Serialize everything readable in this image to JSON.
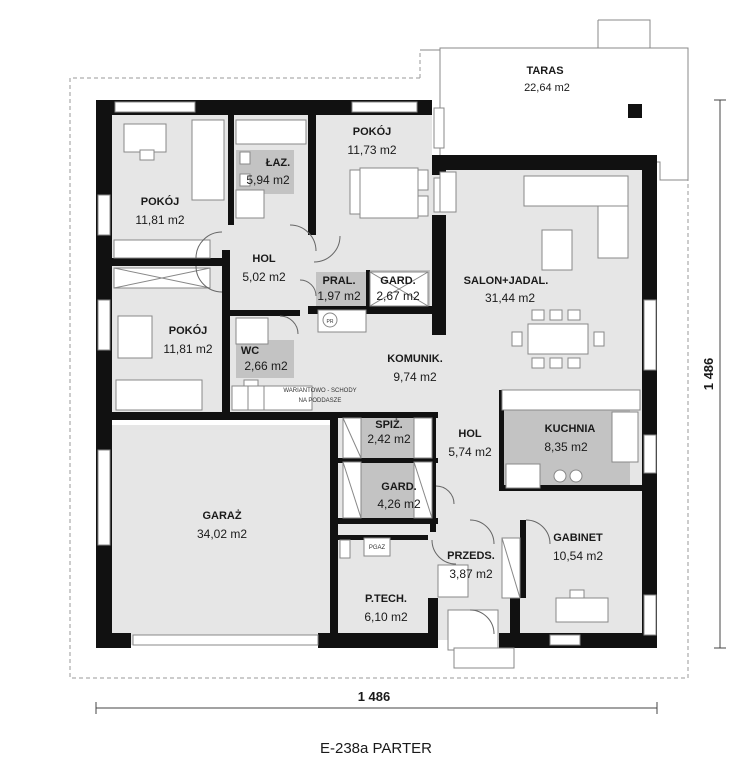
{
  "rooms": {
    "taras": {
      "name": "TARAS",
      "area": "22,64 m2"
    },
    "pokoj_top_left": {
      "name": "POKÓJ",
      "area": "11,81 m2"
    },
    "lazienka": {
      "name": "ŁAZ.",
      "area": "5,94 m2"
    },
    "pokoj_top_mid": {
      "name": "POKÓJ",
      "area": "11,73 m2"
    },
    "hol_left": {
      "name": "HOL",
      "area": "5,02 m2"
    },
    "pralnia": {
      "name": "PRAL.",
      "area": "1,97 m2"
    },
    "garderoba_top": {
      "name": "GARD.",
      "area": "2,67 m2"
    },
    "salon": {
      "name": "SALON+JADAL.",
      "area": "31,44 m2"
    },
    "pokoj_mid_left": {
      "name": "POKÓJ",
      "area": "11,81 m2"
    },
    "wc": {
      "name": "WC",
      "area": "2,66 m2"
    },
    "komunikacja": {
      "name": "KOMUNIK.",
      "area": "9,74 m2"
    },
    "spizarnia": {
      "name": "SPIŻ.",
      "area": "2,42 m2"
    },
    "hol_center": {
      "name": "HOL",
      "area": "5,74 m2"
    },
    "kuchnia": {
      "name": "KUCHNIA",
      "area": "8,35 m2"
    },
    "garderoba_mid": {
      "name": "GARD.",
      "area": "4,26 m2"
    },
    "garaz": {
      "name": "GARAŻ",
      "area": "34,02 m2"
    },
    "gabinet": {
      "name": "GABINET",
      "area": "10,54 m2"
    },
    "przedsionek": {
      "name": "PRZEDS.",
      "area": "3,87 m2"
    },
    "pom_tech": {
      "name": "P.TECH.",
      "area": "6,10 m2"
    }
  },
  "annotations": {
    "stairs_line1": "WARIANTOWO - SCHODY",
    "stairs_line2": "NA PODDASZE",
    "pr_label": "PR",
    "pgaz_label": "PGAZ"
  },
  "dimensions": {
    "width": "1 486",
    "depth": "1 486"
  },
  "caption": "E-238a PARTER",
  "colors": {
    "wall": "#111111",
    "floor": "#e6e6e6",
    "highlight": "#c3c3c3",
    "terrace": "#ffffff"
  }
}
